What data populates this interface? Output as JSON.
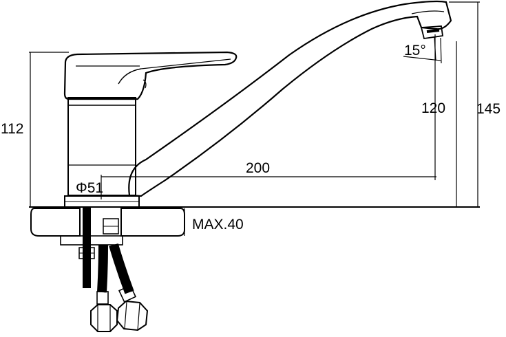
{
  "dimensions": {
    "left_height": "112",
    "diameter": "Φ51",
    "spout_reach": "200",
    "spout_height": "120",
    "total_height": "145",
    "counter_thickness": "MAX.40",
    "aerator_angle": "15°"
  },
  "colors": {
    "line": "#000000",
    "background": "#ffffff"
  }
}
